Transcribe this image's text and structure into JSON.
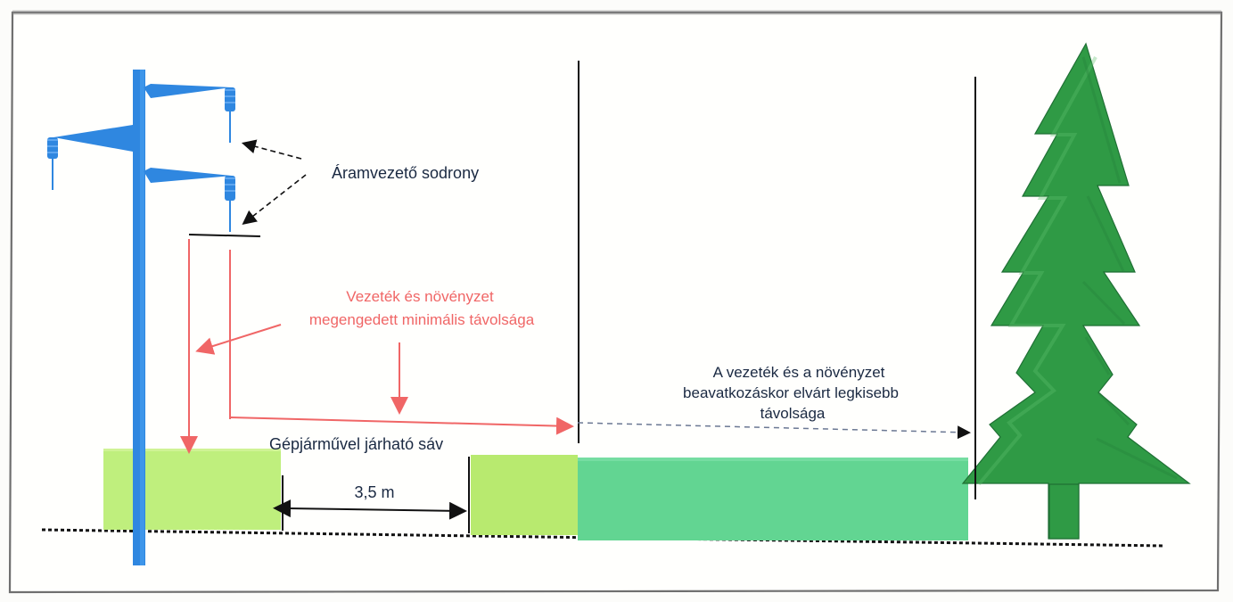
{
  "diagram": {
    "labels": {
      "conductor": "Áramvezető sodrony",
      "min_distance_line1": "Vezeték és növényzet",
      "min_distance_line2": "megengedett minimális távolsága",
      "expected_distance_line1": "A vezeték és a növényzet",
      "expected_distance_line2": "beavatkozáskor elvárt legkisebb",
      "expected_distance_line3": "távolsága",
      "vehicle_lane": "Gépjárművel járható sáv",
      "lane_width": "3,5 m"
    },
    "colors": {
      "pole": "#2f87e0",
      "tree": "#2f9a45",
      "grass_light": "#b8ee76",
      "grass_dark": "#63d291",
      "accent_red": "#f06666",
      "line": "#111111"
    },
    "icons": {
      "pole": "transmission-pole-icon",
      "tree": "conifer-tree-icon"
    }
  }
}
